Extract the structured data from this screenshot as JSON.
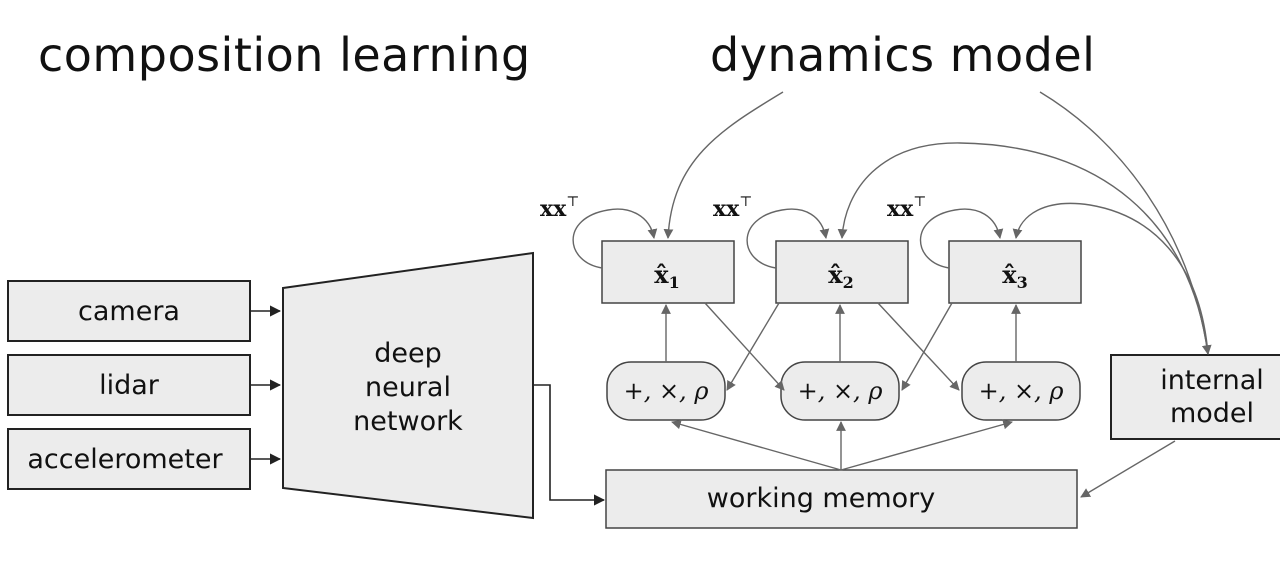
{
  "titles": {
    "left": "composition learning",
    "right": "dynamics model"
  },
  "inputs": {
    "camera": "camera",
    "lidar": "lidar",
    "accelerometer": "accelerometer"
  },
  "network": {
    "line1": "deep",
    "line2": "neural",
    "line3": "network"
  },
  "states": [
    {
      "base": "x̂",
      "sub": "1",
      "self_loop": "xx",
      "sup": "⊤"
    },
    {
      "base": "x̂",
      "sub": "2",
      "self_loop": "xx",
      "sup": "⊤"
    },
    {
      "base": "x̂",
      "sub": "3",
      "self_loop": "xx",
      "sup": "⊤"
    }
  ],
  "operators": [
    "+, ×, ρ",
    "+, ×, ρ",
    "+, ×, ρ"
  ],
  "working_memory": "working memory",
  "internal_model": {
    "line1": "internal",
    "line2": "model"
  },
  "colors": {
    "box_fill": "#ececec",
    "stroke": "#222222",
    "arrow_gray": "#666666"
  }
}
